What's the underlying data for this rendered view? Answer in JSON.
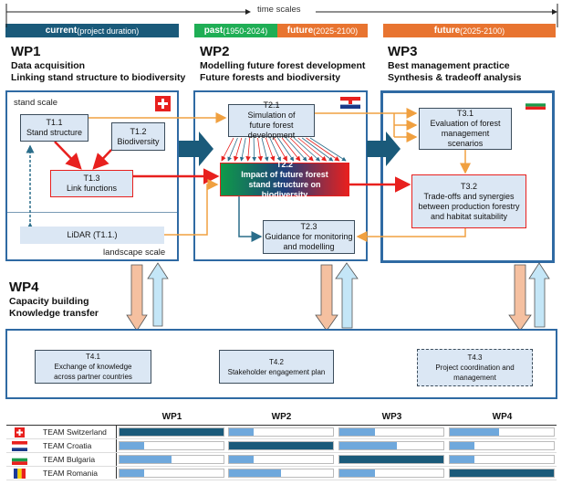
{
  "timescale": {
    "label": "time scales",
    "bars": [
      {
        "bold": "current",
        "rest": " (project duration)",
        "color": "#1a5a7a"
      },
      {
        "bold": "past",
        "rest": "(1950-2024)",
        "color": "#1fae55"
      },
      {
        "bold": "future",
        "rest": "(2025-2100)",
        "color": "#e87430"
      },
      {
        "bold": "future",
        "rest": "(2025-2100)",
        "color": "#e87430"
      }
    ]
  },
  "wp1": {
    "title": "WP1",
    "line1": "Data acquisition",
    "line2": "Linking stand structure to biodiversity",
    "stand_scale": "stand scale",
    "landscape_scale": "landscape scale",
    "tasks": [
      {
        "id": "T1.1",
        "text": "Stand structure"
      },
      {
        "id": "T1.2",
        "text": "Biodiversity"
      },
      {
        "id": "T1.3",
        "text": "Link functions"
      },
      {
        "id": "",
        "text": "LiDAR (T1.1.)"
      }
    ]
  },
  "wp2": {
    "title": "WP2",
    "line1": "Modelling future forest development",
    "line2": "Future forests and biodiversity",
    "tasks": [
      {
        "id": "T2.1",
        "text": "Simulation of future forest development"
      },
      {
        "id": "T2.2",
        "text": "Impact of future forest stand structure on biodiversity"
      },
      {
        "id": "T2.3",
        "text": "Guidance for monitoring and modelling"
      }
    ]
  },
  "wp3": {
    "title": "WP3",
    "line1": "Best management practice",
    "line2": "Synthesis & tradeoff analysis",
    "tasks": [
      {
        "id": "T3.1",
        "text": "Evaluation of forest management scenarios"
      },
      {
        "id": "T3.2",
        "text": "Trade-offs and synergies between production forestry and habitat suitability"
      }
    ]
  },
  "wp4": {
    "title": "WP4",
    "line1": "Capacity building",
    "line2": "Knowledge transfer",
    "tasks": [
      {
        "id": "T4.1",
        "text": "Exchange of knowledge across partner countries"
      },
      {
        "id": "T4.2",
        "text": "Stakeholder engagement plan"
      },
      {
        "id": "T4.3",
        "text": "Project coordination and management"
      }
    ]
  },
  "table": {
    "columns": [
      "WP1",
      "WP2",
      "WP3",
      "WP4"
    ],
    "colors": {
      "lead": "#1a5a7a",
      "partner": "#6fa8dc"
    },
    "rows": [
      {
        "team": "TEAM Switzerland",
        "flag": "switzerland-flag",
        "shares": [
          1.0,
          0.24,
          0.34,
          0.47
        ]
      },
      {
        "team": "TEAM Croatia",
        "flag": "croatia-flag",
        "shares": [
          0.24,
          1.0,
          0.55,
          0.24
        ]
      },
      {
        "team": "TEAM Bulgaria",
        "flag": "bulgaria-flag",
        "shares": [
          0.5,
          0.24,
          1.0,
          0.24
        ]
      },
      {
        "team": "TEAM Romania",
        "flag": "romania-flag",
        "shares": [
          0.24,
          0.5,
          0.34,
          1.0
        ]
      }
    ]
  }
}
